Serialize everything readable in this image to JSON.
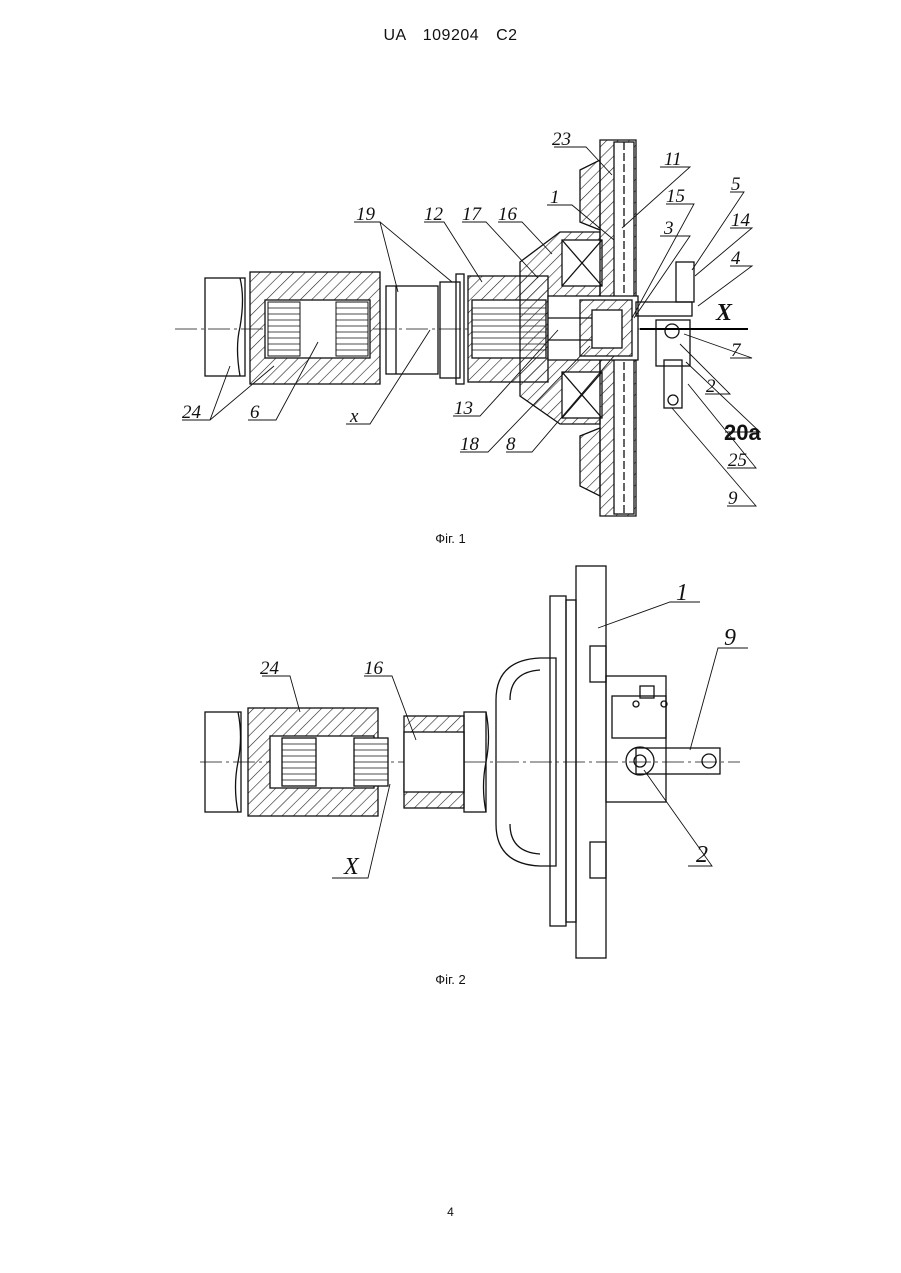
{
  "header": {
    "text": "UA   109204   C2"
  },
  "figure1": {
    "caption": "Фіг. 1",
    "labels": {
      "l23": "23",
      "l11": "11",
      "l1": "1",
      "l15": "15",
      "l5": "5",
      "l14": "14",
      "l3": "3",
      "l19": "19",
      "l12": "12",
      "l17": "17",
      "l16": "16",
      "l4": "4",
      "X": "X",
      "l7": "7",
      "l2": "2",
      "l20a": "20a",
      "l25": "25",
      "l9": "9",
      "l24": "24",
      "l6": "6",
      "x": "x",
      "l13": "13",
      "l18": "18",
      "l8": "8"
    }
  },
  "figure2": {
    "caption": "Фіг. 2",
    "labels": {
      "l1": "1",
      "l9": "9",
      "l24": "24",
      "l16": "16",
      "l2": "2",
      "X": "X"
    }
  },
  "page_number": "4"
}
